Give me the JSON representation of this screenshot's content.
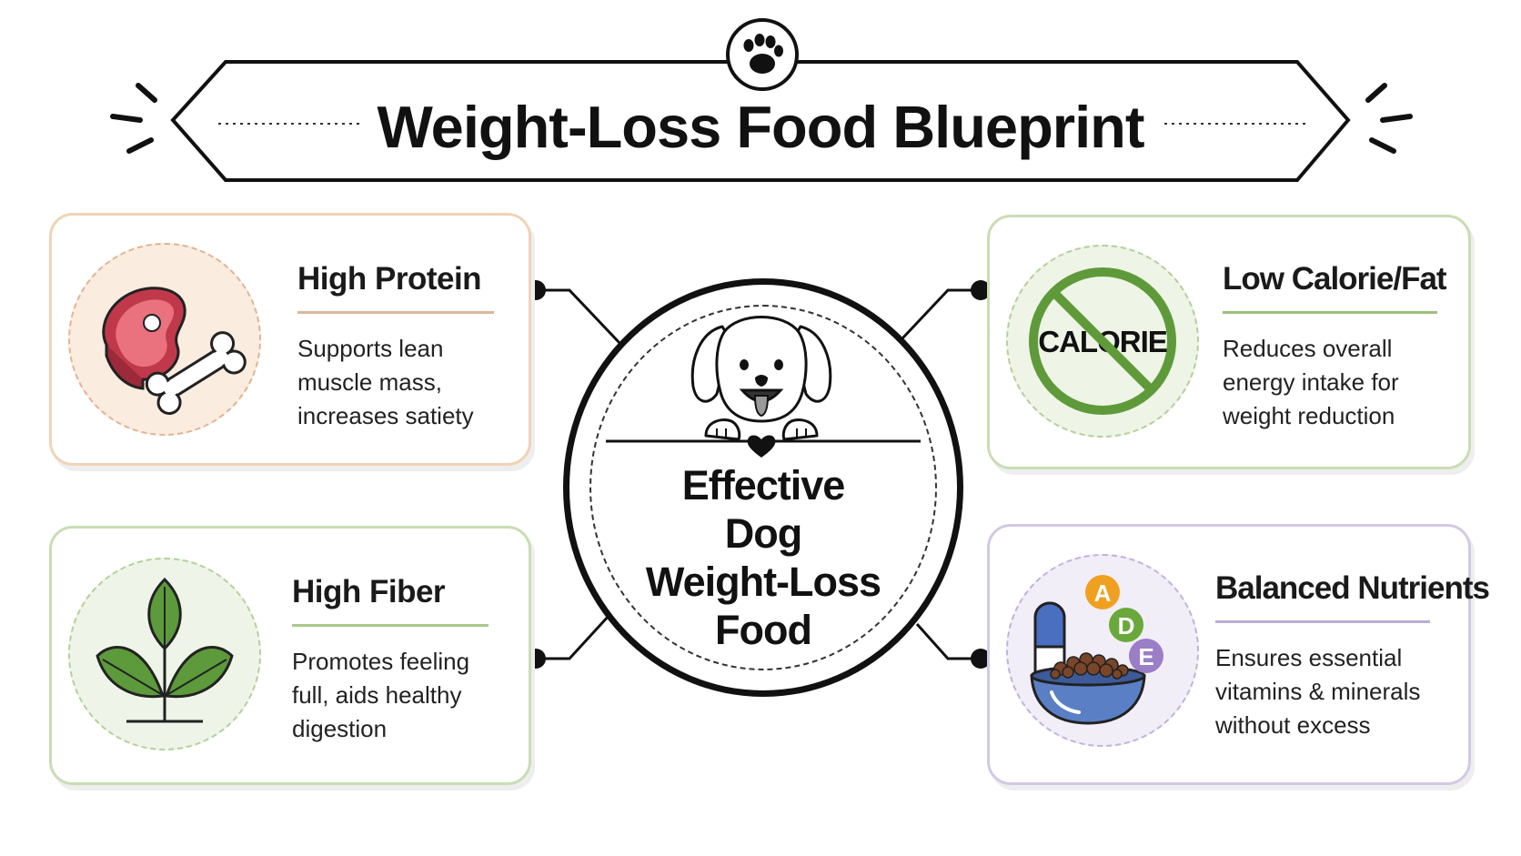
{
  "title": "Weight-Loss Food Blueprint",
  "center": {
    "lines": [
      "Effective",
      "Dog",
      "Weight-Loss",
      "Food"
    ]
  },
  "cards": {
    "protein": {
      "heading": "High Protein",
      "desc": [
        "Supports lean",
        "muscle mass,",
        "increases satiety"
      ],
      "icon": "steak-and-bone-icon"
    },
    "fiber": {
      "heading": "High Fiber",
      "desc": [
        "Promotes feeling",
        "full, aids healthy",
        "digestion"
      ],
      "icon": "leaf-plant-icon"
    },
    "calorie": {
      "heading": "Low Calorie/Fat",
      "desc": [
        "Reduces overall",
        "energy intake for",
        "weight reduction"
      ],
      "icon": "no-calorie-icon",
      "icon_text": "CALORIE"
    },
    "nutrients": {
      "heading": "Balanced Nutrients",
      "desc": [
        "Ensures essential",
        "vitamins & minerals",
        "without excess"
      ],
      "icon": "vitamin-food-bowl-icon",
      "vitamins": [
        "A",
        "D",
        "E"
      ]
    }
  },
  "colors": {
    "protein_border": "#f0d3b6",
    "fiber_border": "#c9ddb4",
    "calorie_border": "#c9ddb4",
    "nutrients_border": "#d2c9e4",
    "outline": "#111111"
  }
}
